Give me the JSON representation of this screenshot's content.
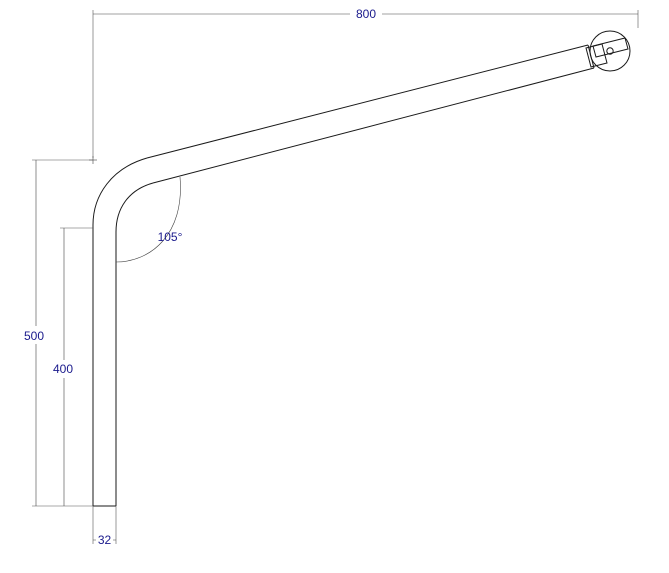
{
  "dimensions": {
    "width_label": "800",
    "overall_height_label": "500",
    "straight_height_label": "400",
    "tube_diameter_label": "32",
    "bend_angle_label": "105°"
  },
  "colors": {
    "dimension_text": "#1a1a8c",
    "part_outline": "#1a1a1a",
    "dimension_line": "#444444"
  }
}
